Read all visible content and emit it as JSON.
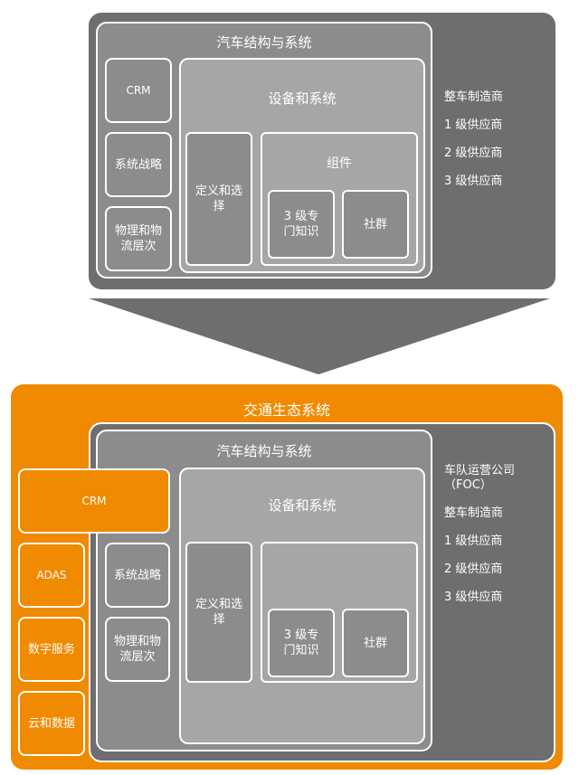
{
  "top_panel": {
    "title": "汽车结构与系统",
    "crm": "CRM",
    "system_strategy": "系统战略",
    "physics_logistics": "物理和物流层次",
    "equipment_systems": "设备和系统",
    "define_select": "定义和选择",
    "components": "组件",
    "tier3_expertise": "3 级专门知识",
    "community": "社群",
    "side_list": [
      "整车制造商",
      "1 级供应商",
      "2 级供应商",
      "3 级供应商"
    ]
  },
  "bottom_panel": {
    "ecosystem_title": "交通生态系统",
    "title": "汽车结构与系统",
    "crm": "CRM",
    "adas": "ADAS",
    "digital_services": "数字服务",
    "cloud_data": "云和数据",
    "system_strategy": "系统战略",
    "physics_logistics": "物理和物流层次",
    "equipment_systems": "设备和系统",
    "define_select": "定义和选择",
    "tier3_expertise": "3 级专门知识",
    "community": "社群",
    "side_list": [
      "车队运营公司（FOC）",
      "整车制造商",
      "1 级供应商",
      "2 级供应商",
      "3 级供应商"
    ]
  },
  "colors": {
    "dark_gray": "#6e6e70",
    "mid_gray": "#8c8c8e",
    "light_gray": "#a6a6a8",
    "orange": "#f08a00",
    "arrow_gray": "#6e6e70"
  }
}
